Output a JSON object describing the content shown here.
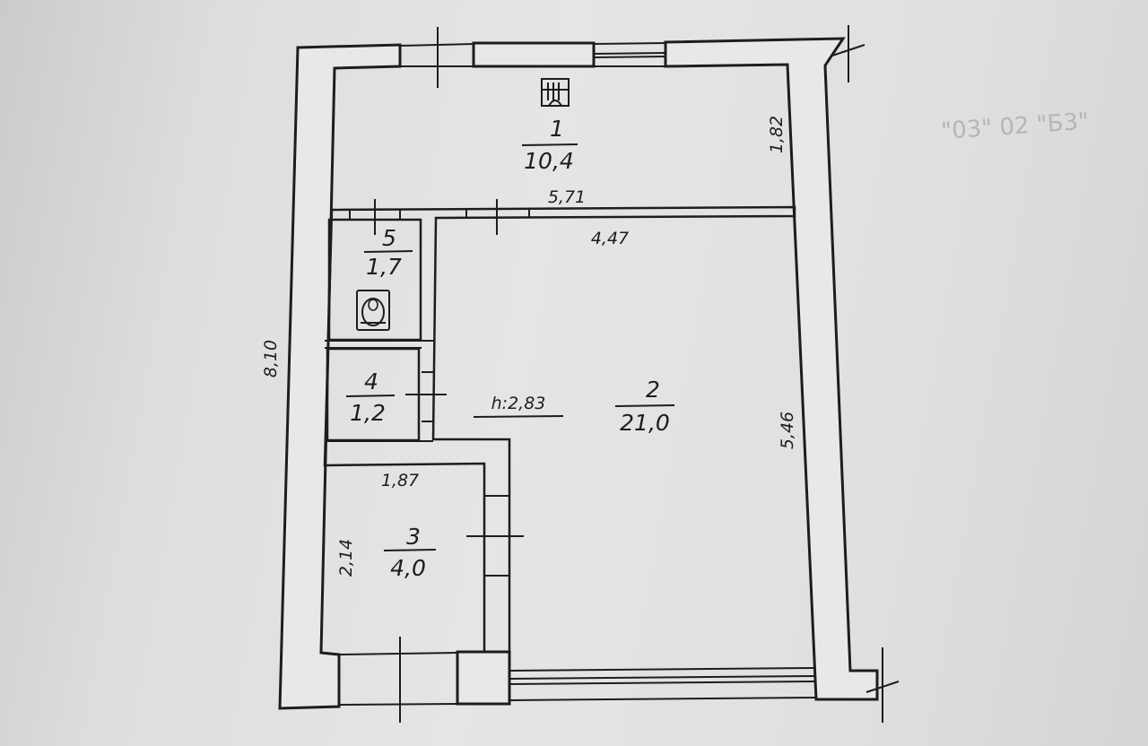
{
  "background_text": "\"03\" 02 \"Б3\"",
  "rooms": [
    {
      "number": "1",
      "area": "10,4"
    },
    {
      "number": "2",
      "area": "21,0"
    },
    {
      "number": "3",
      "area": "4,0"
    },
    {
      "number": "4",
      "area": "1,2"
    },
    {
      "number": "5",
      "area": "1,7"
    }
  ],
  "dimensions": {
    "overall_height": "8,10",
    "room1_depth": "1,82",
    "room1_width": "5,71",
    "room2_width": "4,47",
    "room2_depth": "5,46",
    "room3_width": "1,87",
    "room3_depth": "2,14",
    "ceiling_height": "h:2,83"
  }
}
